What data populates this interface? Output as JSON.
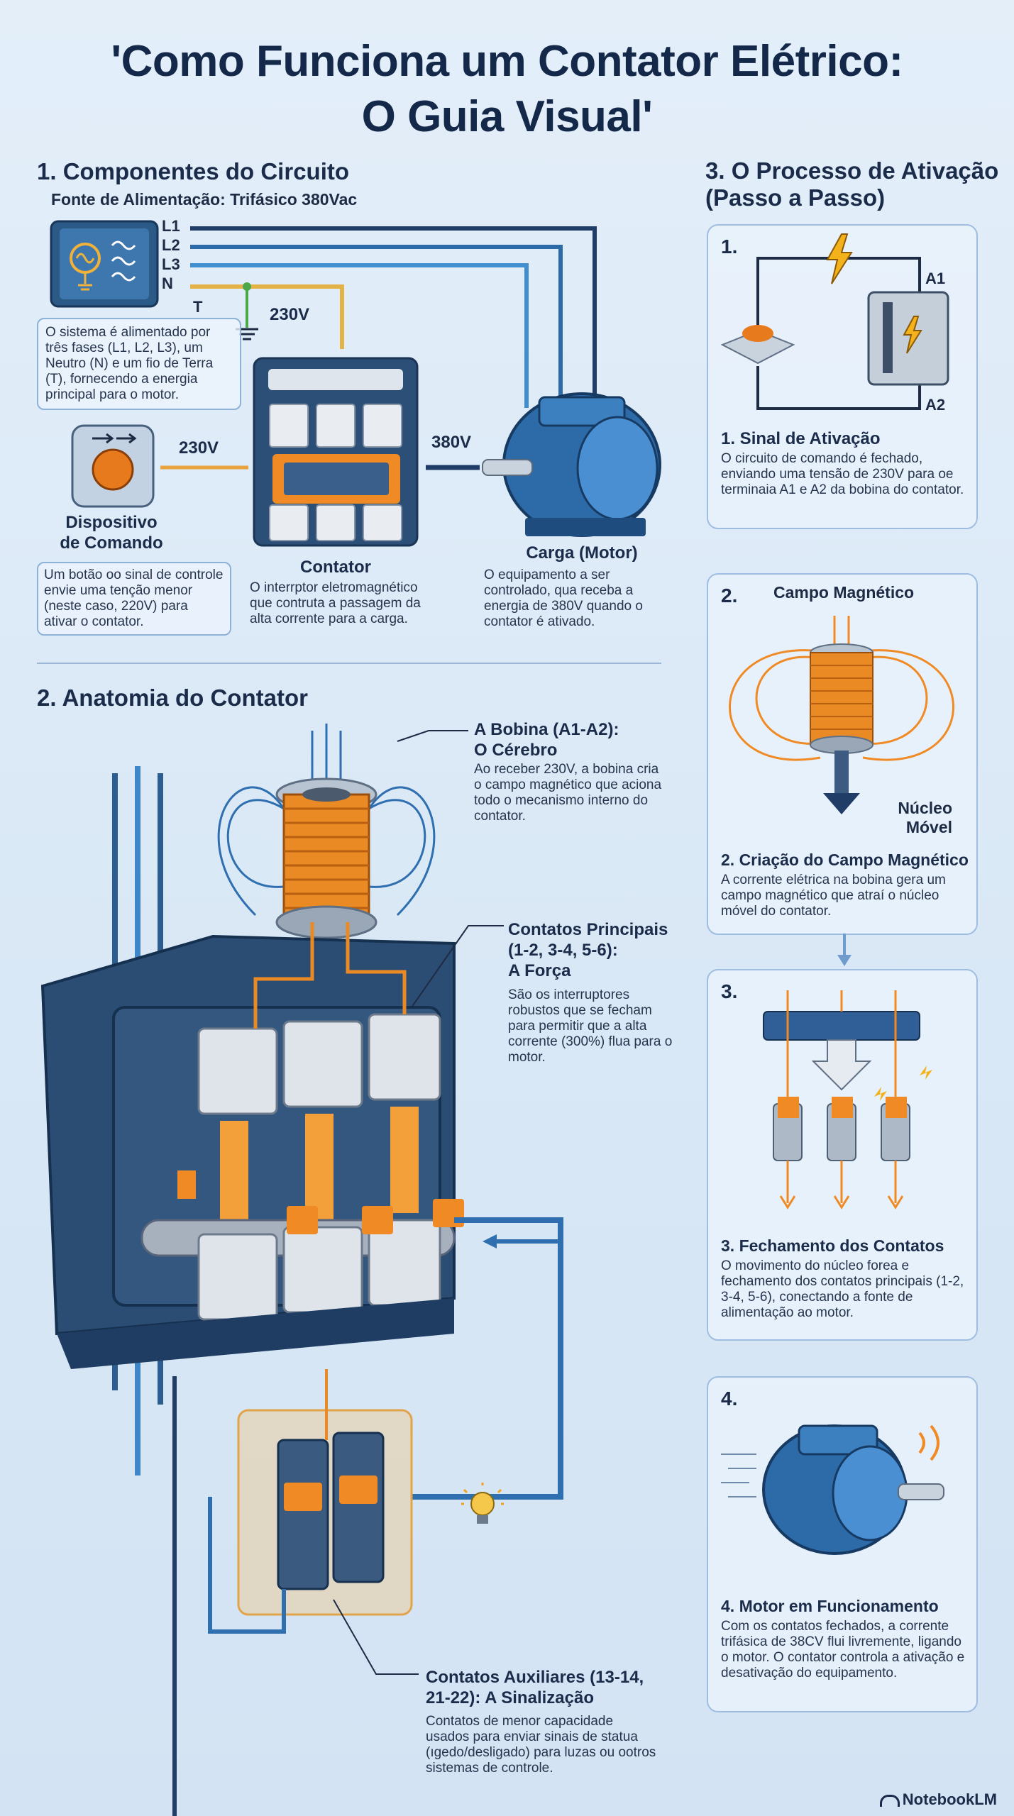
{
  "title_line1": "'Como Funciona um Contator Elétrico:",
  "title_line2": "O Guia Visual'",
  "section1": {
    "heading": "1. Componentes do Circuito",
    "power_label": "Fonte de Alimentação: Trifásico 380Vac",
    "lines": [
      "L1",
      "L2",
      "L3",
      "N",
      "T"
    ],
    "power_desc": "O sistema é alimentado por três fases (L1, L2, L3), um Neutro (N) e um fio de Terra (T), fornecendo a energia principal para o motor.",
    "volt_230_top": "230V",
    "volt_230_left": "230V",
    "volt_380": "380V",
    "command_label_1": "Dispositivo",
    "command_label_2": "de Comando",
    "command_desc": "Um botão oo sinal de controle envie uma tenção menor (neste caso, 220V) para ativar o contator.",
    "contactor_label": "Contator",
    "contactor_desc": "O interrptor eletromagnético que contruta a passagem da alta corrente para a carga.",
    "motor_label": "Carga (Motor)",
    "motor_desc": "O equipamento a ser controlado, qua receba a energia de 380V quando o contator é ativado."
  },
  "section2": {
    "heading": "2. Anatomia do Contator",
    "coil_title_1": "A Bobina (A1-A2):",
    "coil_title_2": "O Cérebro",
    "coil_desc": "Ao receber 230V, a bobina cria o campo magnético que aciona todo o mecanismo interno do contator.",
    "main_title_1": "Contatos Principais",
    "main_title_2": "(1-2, 3-4, 5-6):",
    "main_title_3": "A Força",
    "main_desc": "São os interruptores robustos que se fecham para permitir que a alta corrente (300%) flua para o motor.",
    "aux_title_1": "Contatos Auxiliares (13-14,",
    "aux_title_2": "21-22): A Sinalização",
    "aux_desc": "Contatos de menor capacidade usados para enviar sinais de statua (ıgedo/desligado) para luzas ou ootros sistemas de controle."
  },
  "section3": {
    "heading_1": "3. O Processo de Ativação",
    "heading_2": "(Passo a Passo)",
    "steps": [
      {
        "num": "1.",
        "title": "1. Sinal de Ativação",
        "desc": "O circuito de comando é fechado, enviando uma tensão de 230V para oe terminaia A1 e A2 da bobina do contator.",
        "a1": "A1",
        "a2": "A2"
      },
      {
        "num": "2.",
        "title": "2. Criação do Campo Magnético",
        "desc": "A corrente elétrica na bobina gera um campo magnético que atraí o núcleo móvel do contator.",
        "field_label": "Campo Magnético",
        "core_label_1": "Núcleo",
        "core_label_2": "Móvel"
      },
      {
        "num": "3.",
        "title": "3. Fechamento dos Contatos",
        "desc": "O movimento do núcleo forea e fechamento dos contatos principais (1-2, 3-4, 5-6), conectando a fonte de alimentação ao motor."
      },
      {
        "num": "4.",
        "title": "4. Motor em Funcionamento",
        "desc": "Com os contatos fechados, a corrente trifásica de 38CV flui livremente, ligando o motor. O contator controla a ativação e desativação do equipamento."
      }
    ]
  },
  "brand": "NotebookLM",
  "colors": {
    "navy": "#1e3a5f",
    "blue": "#2f6fb0",
    "orange": "#f08a24",
    "yellow": "#f3b21c",
    "bg": "#dde9f6"
  },
  "icons": [
    "sine-wave-icon",
    "push-button-icon",
    "lightning-icon",
    "bulb-icon",
    "notebooklm-logo-icon"
  ]
}
